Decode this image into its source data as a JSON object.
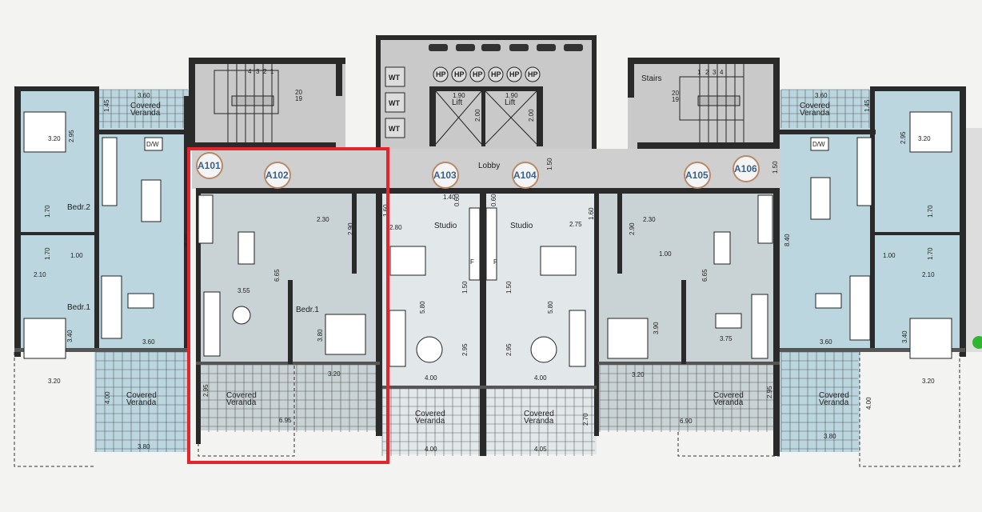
{
  "colors": {
    "unit_blue": "#bcd6e0",
    "unit_gray": "#c9d2d5",
    "studio": "#e2e8ea",
    "core": "#c9c9c9",
    "lobby": "#cfcfcf",
    "highlight": "#e3262e",
    "badge_text": "#3b5f86"
  },
  "units": [
    {
      "id": "A101"
    },
    {
      "id": "A102"
    },
    {
      "id": "A103"
    },
    {
      "id": "A104"
    },
    {
      "id": "A105"
    },
    {
      "id": "A106"
    }
  ],
  "selected_unit": "A102",
  "core": {
    "lobby": "Lobby",
    "stairs": "Stairs",
    "lift": "Lift",
    "lift_width": "1.90",
    "lift_depth": "2.00",
    "hp": [
      "HP",
      "HP",
      "HP",
      "HP",
      "HP",
      "HP"
    ],
    "wt": [
      "WT",
      "WT",
      "WT"
    ],
    "stair_numbers_left": [
      "4",
      "3",
      "2",
      "1"
    ],
    "stair_numbers_right": [
      "1",
      "2",
      "3",
      "4"
    ],
    "stair_count": [
      "20",
      "19"
    ]
  },
  "rooms": {
    "covered_veranda_line1": "Covered",
    "covered_veranda_line2": "Veranda",
    "bedr2": "Bedr.2",
    "bedr1": "Bedr.1",
    "studio": "Studio",
    "dw": "D/W",
    "fridge": "F"
  },
  "dimensions": [
    "3.60",
    "1.45",
    "2.95",
    "3.20",
    "1.70",
    "1.70",
    "1.00",
    "2.10",
    "8.40",
    "3.40",
    "3.60",
    "3.20",
    "4.00",
    "3.80",
    "2.30",
    "2.90",
    "1.60",
    "6.65",
    "3.55",
    "3.80",
    "3.20",
    "2.95",
    "6.95",
    "1.50",
    "1.40",
    "0.60",
    "2.80",
    "1.50",
    "5.80",
    "2.95",
    "4.00",
    "4.00",
    "0.60",
    "2.75",
    "1.60",
    "1.50",
    "5.80",
    "2.95",
    "4.00",
    "4.05",
    "2.70",
    "2.30",
    "2.90",
    "1.00",
    "6.65",
    "3.90",
    "3.75",
    "3.20",
    "2.95",
    "6.90",
    "3.60",
    "1.45",
    "1.50",
    "2.95",
    "3.20",
    "1.70",
    "1.70",
    "1.00",
    "2.10",
    "8.40",
    "3.60",
    "3.40",
    "3.20",
    "4.00",
    "3.80"
  ]
}
